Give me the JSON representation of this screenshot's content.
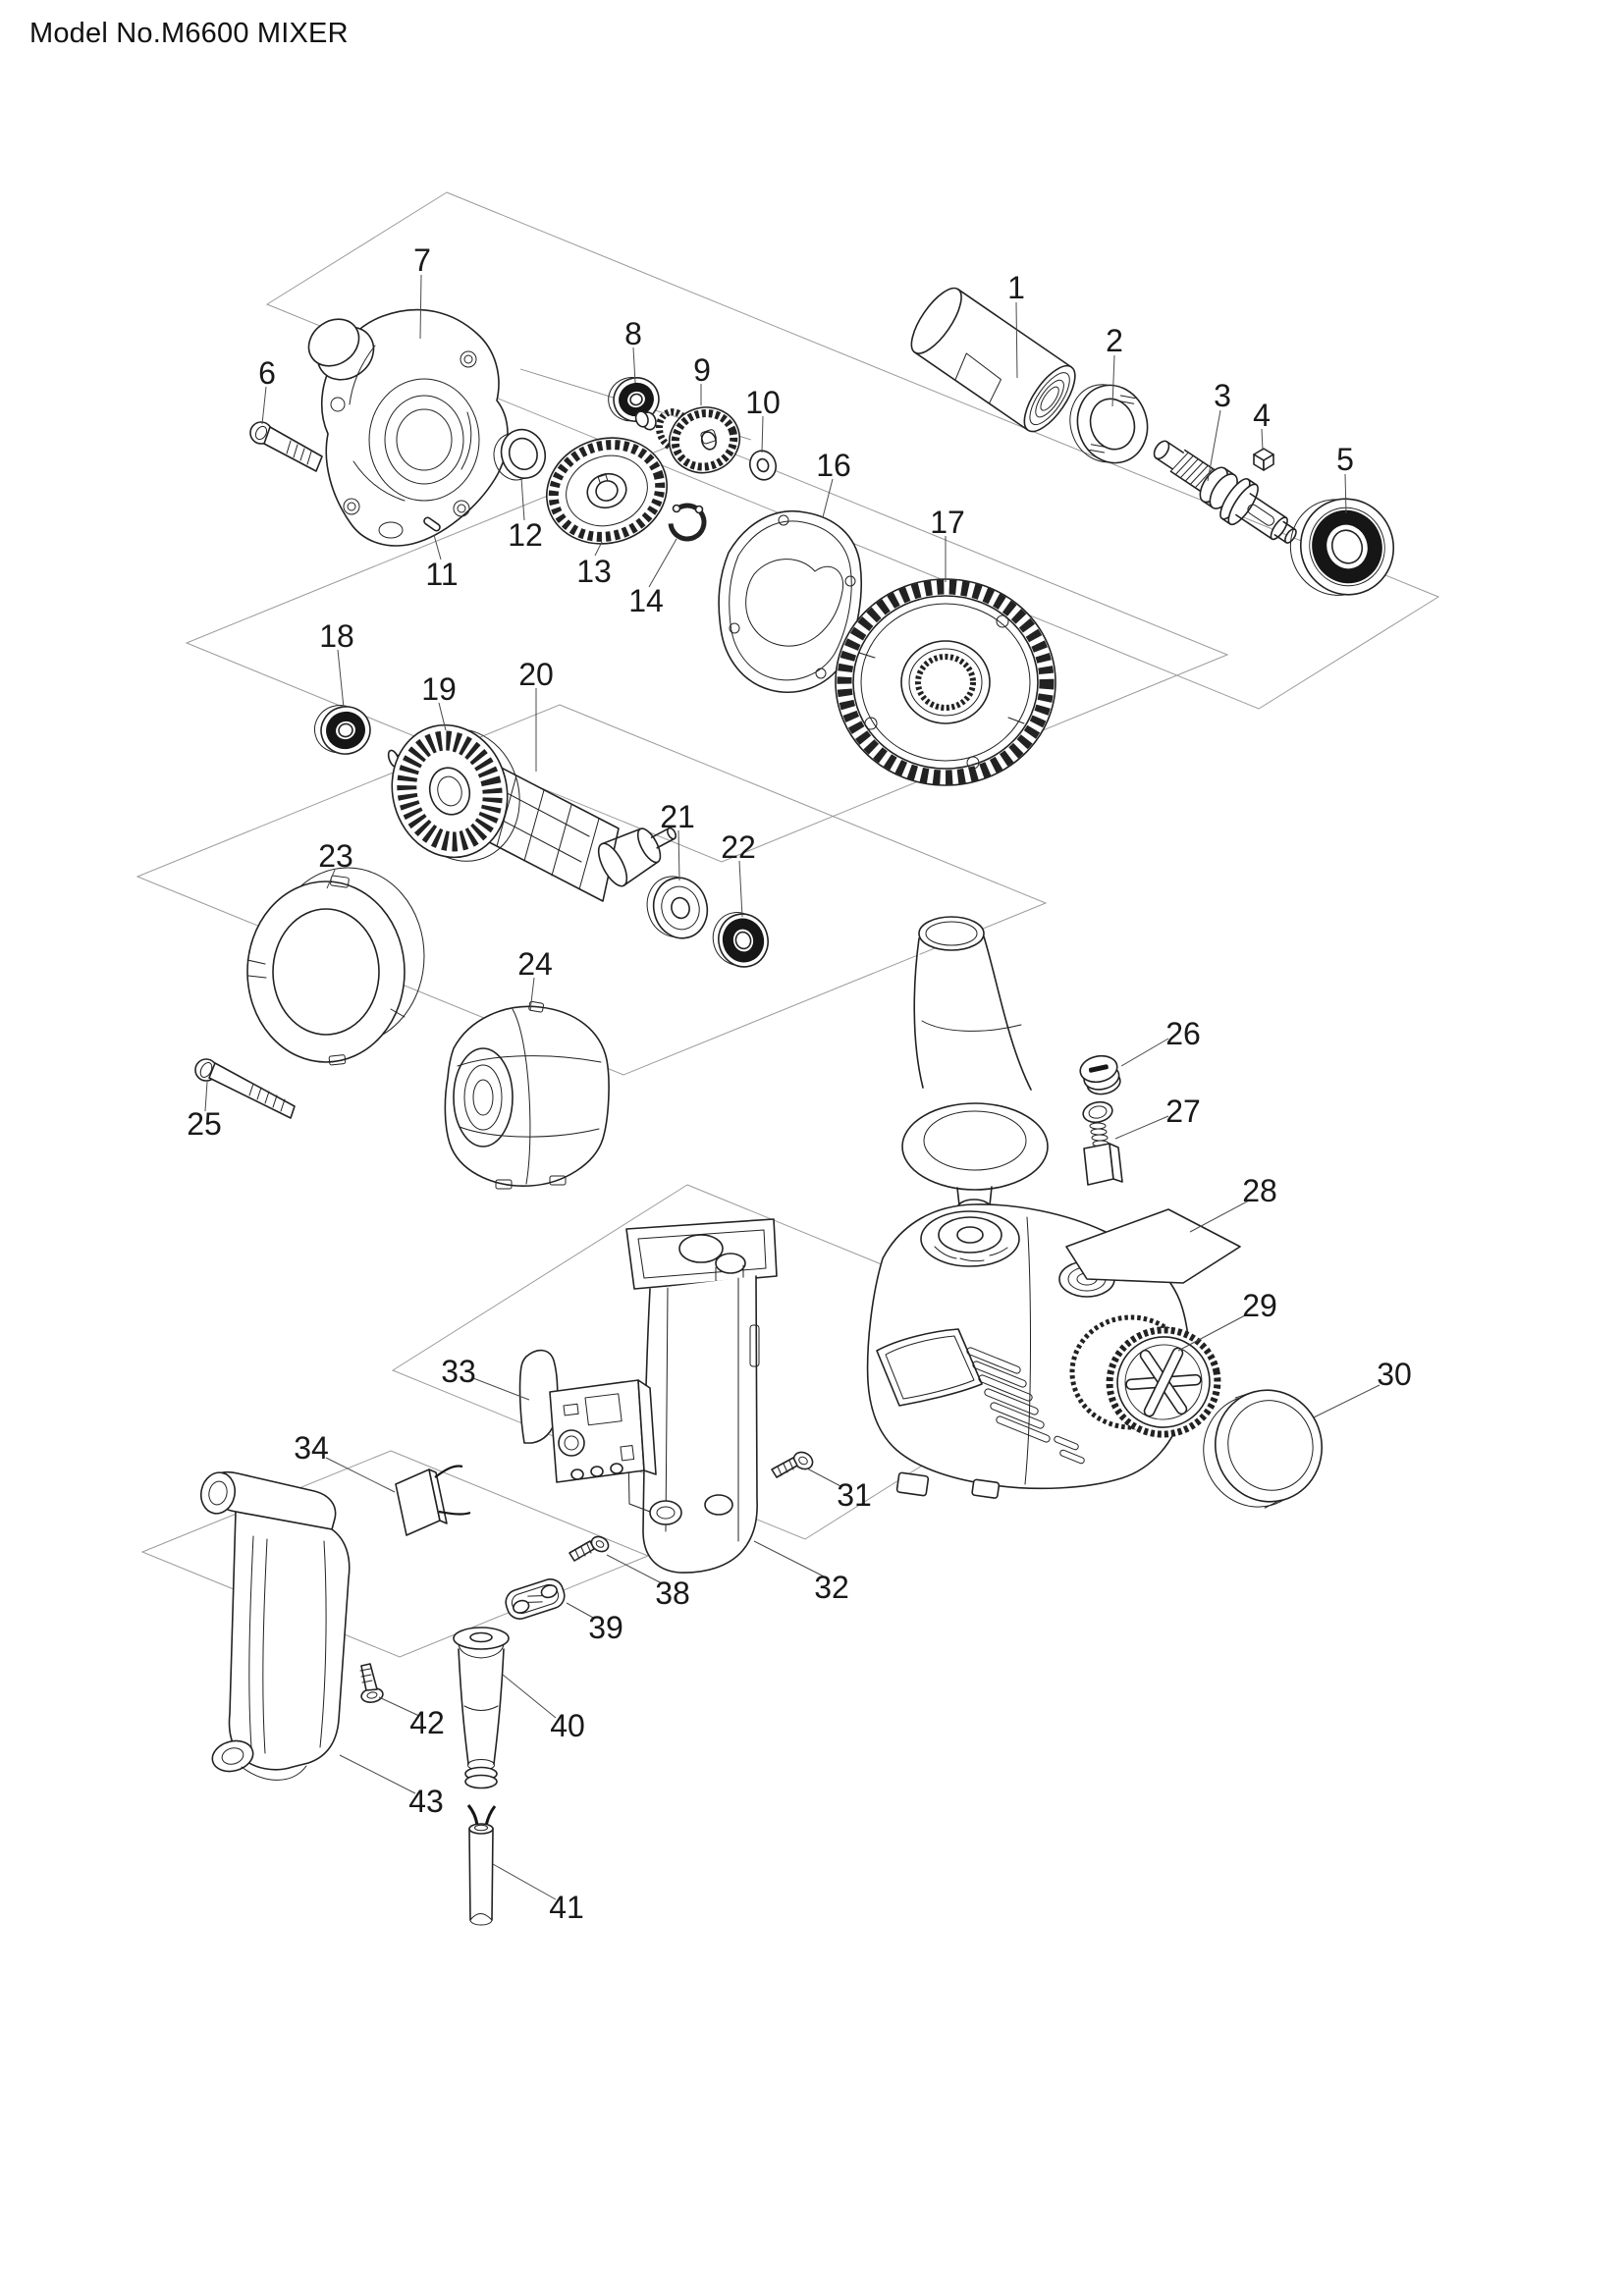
{
  "page": {
    "title": "Model No.M6600 MIXER"
  },
  "diagram": {
    "type": "exploded-parts-diagram",
    "model": "M6600",
    "product": "MIXER",
    "part_labels": [
      "1",
      "2",
      "3",
      "4",
      "5",
      "6",
      "7",
      "8",
      "9",
      "10",
      "11",
      "12",
      "13",
      "14",
      "16",
      "17",
      "18",
      "19",
      "20",
      "21",
      "22",
      "23",
      "24",
      "25",
      "26",
      "27",
      "28",
      "29",
      "30",
      "31",
      "32",
      "33",
      "34",
      "38",
      "39",
      "40",
      "41",
      "42",
      "43"
    ]
  }
}
